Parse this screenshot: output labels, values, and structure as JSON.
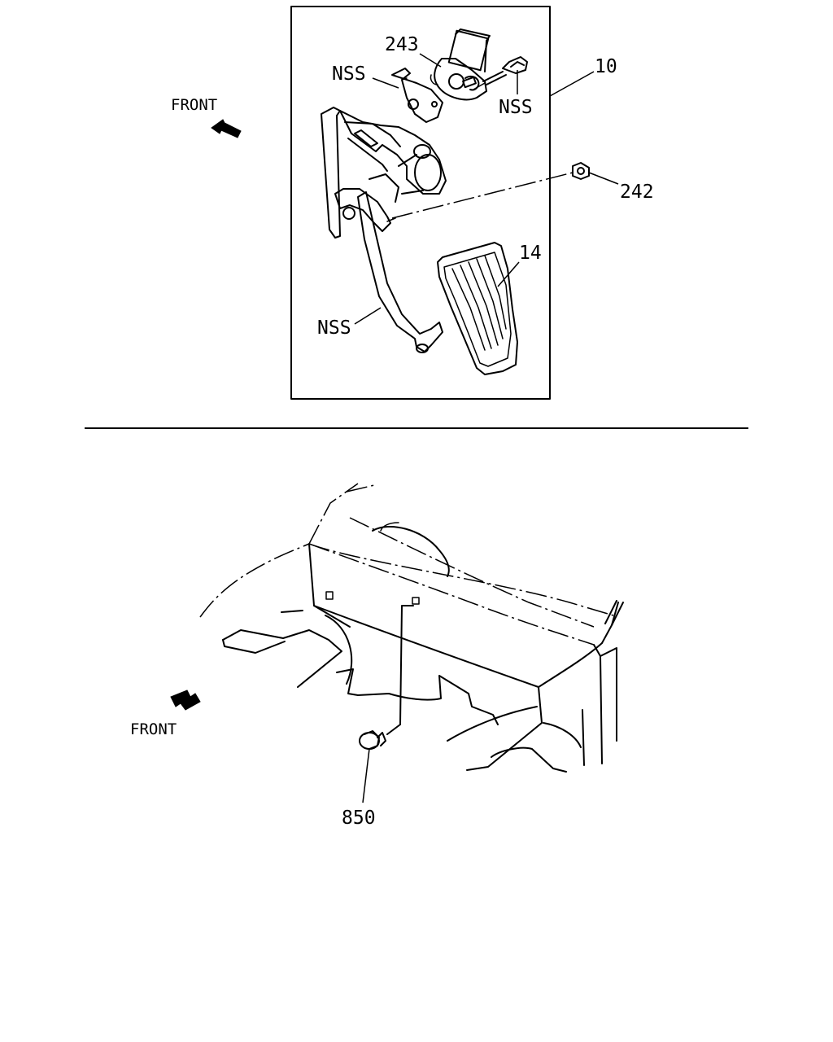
{
  "upper_view": {
    "front_label": "FRONT",
    "callouts": {
      "c243": "243",
      "nss_bracket": "NSS",
      "nss_bolt": "NSS",
      "c10": "10",
      "c242": "242",
      "c14": "14",
      "nss_arm": "NSS"
    }
  },
  "lower_view": {
    "front_label": "FRONT",
    "callouts": {
      "c850": "850"
    }
  }
}
